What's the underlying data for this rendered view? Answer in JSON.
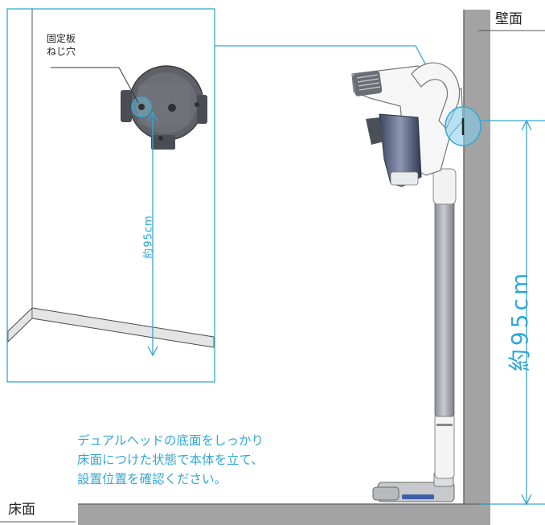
{
  "labels": {
    "wall": "壁面",
    "floor": "床面",
    "fixing_plate_line1": "固定板",
    "fixing_plate_line2": "ねじ穴"
  },
  "dimensions": {
    "height_small": "約95cm",
    "height_large": "約95cm"
  },
  "instruction": {
    "line1": "デュアルヘッドの底面をしっかり",
    "line2": "床面につけた状態で本体を立て、",
    "line3": "設置位置を確認ください。"
  },
  "colors": {
    "accent": "#35a7d3",
    "wall": "#a3a3a3",
    "floor": "#a3a3a3"
  }
}
